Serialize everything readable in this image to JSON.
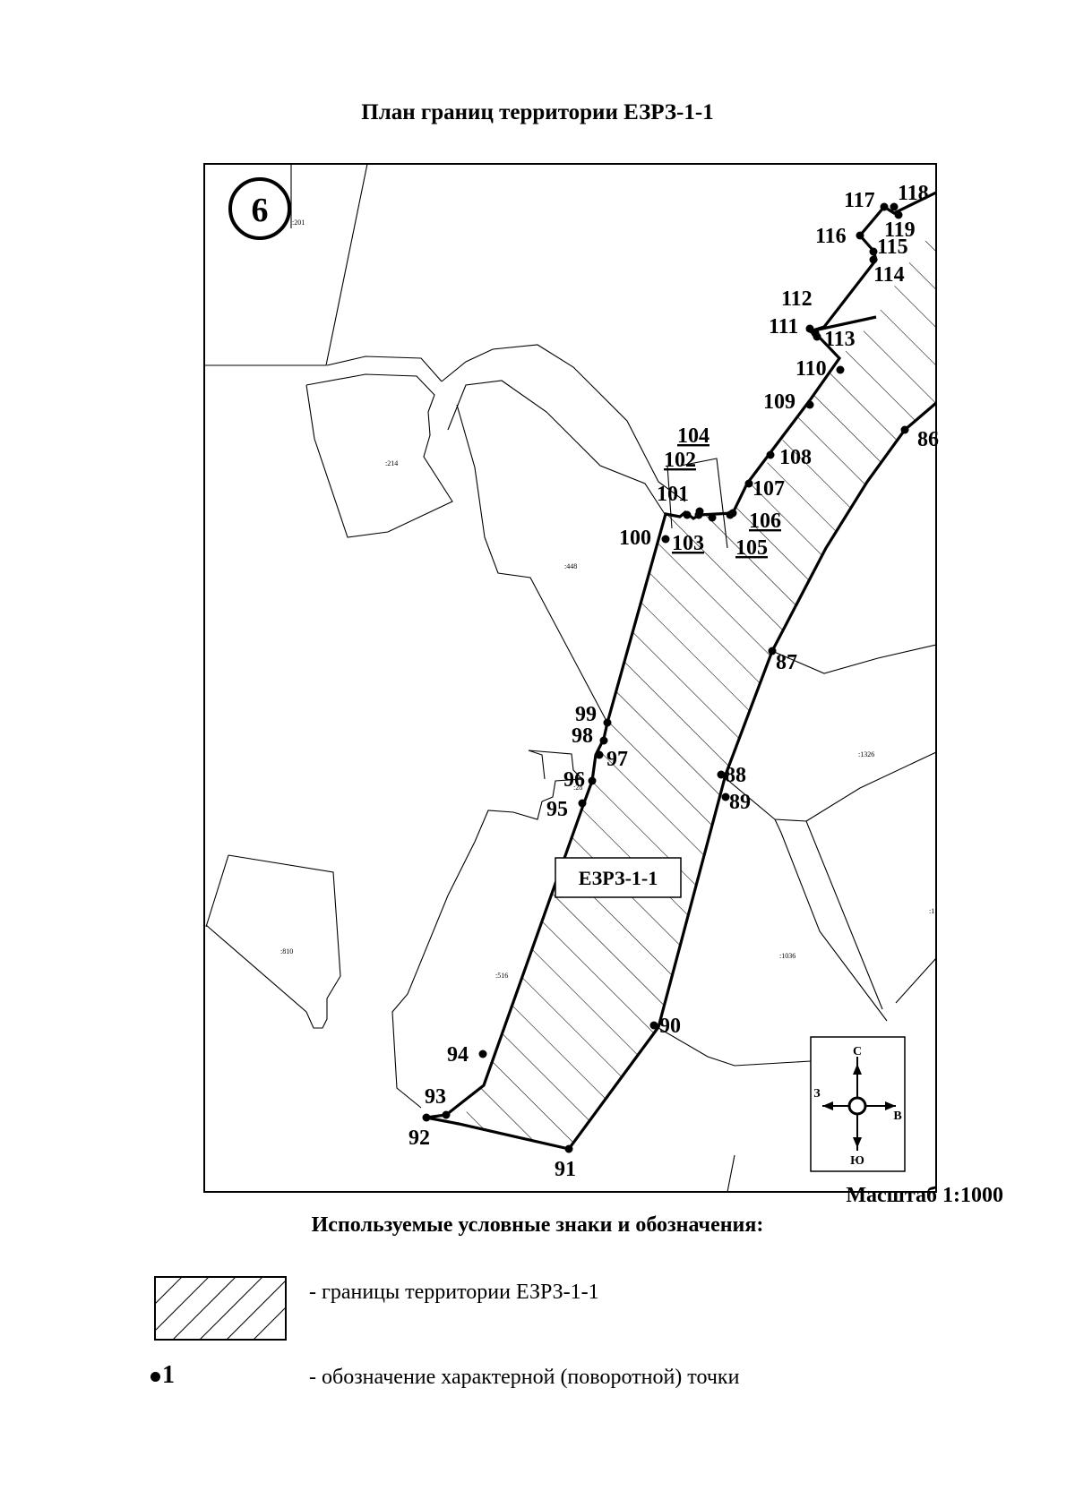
{
  "title": "План границ территории ЕЗРЗ-1-1",
  "sheet_number": "6",
  "zone_label": "ЕЗРЗ-1-1",
  "scale": "Масштаб 1:1000",
  "legend": {
    "title": "Используемые условные знаки и обозначения:",
    "hatch_text": "- границы территории ЕЗРЗ-1-1",
    "point_symbol": "1",
    "point_text": "- обозначение характерной (поворотной) точки"
  },
  "compass": {
    "north": "С",
    "west": "З",
    "east": "В",
    "south": "Ю"
  },
  "parcels": [
    ":201",
    ":214",
    ":448",
    ":1326",
    ":28",
    ":516",
    ":810",
    ":1036",
    ":1"
  ],
  "points": [
    "86",
    "87",
    "88",
    "89",
    "90",
    "91",
    "92",
    "93",
    "94",
    "95",
    "96",
    "97",
    "98",
    "99",
    "100",
    "101",
    "102",
    "103",
    "104",
    "105",
    "106",
    "107",
    "108",
    "109",
    "110",
    "111",
    "112",
    "113",
    "114",
    "115",
    "116",
    "117",
    "118",
    "119"
  ]
}
